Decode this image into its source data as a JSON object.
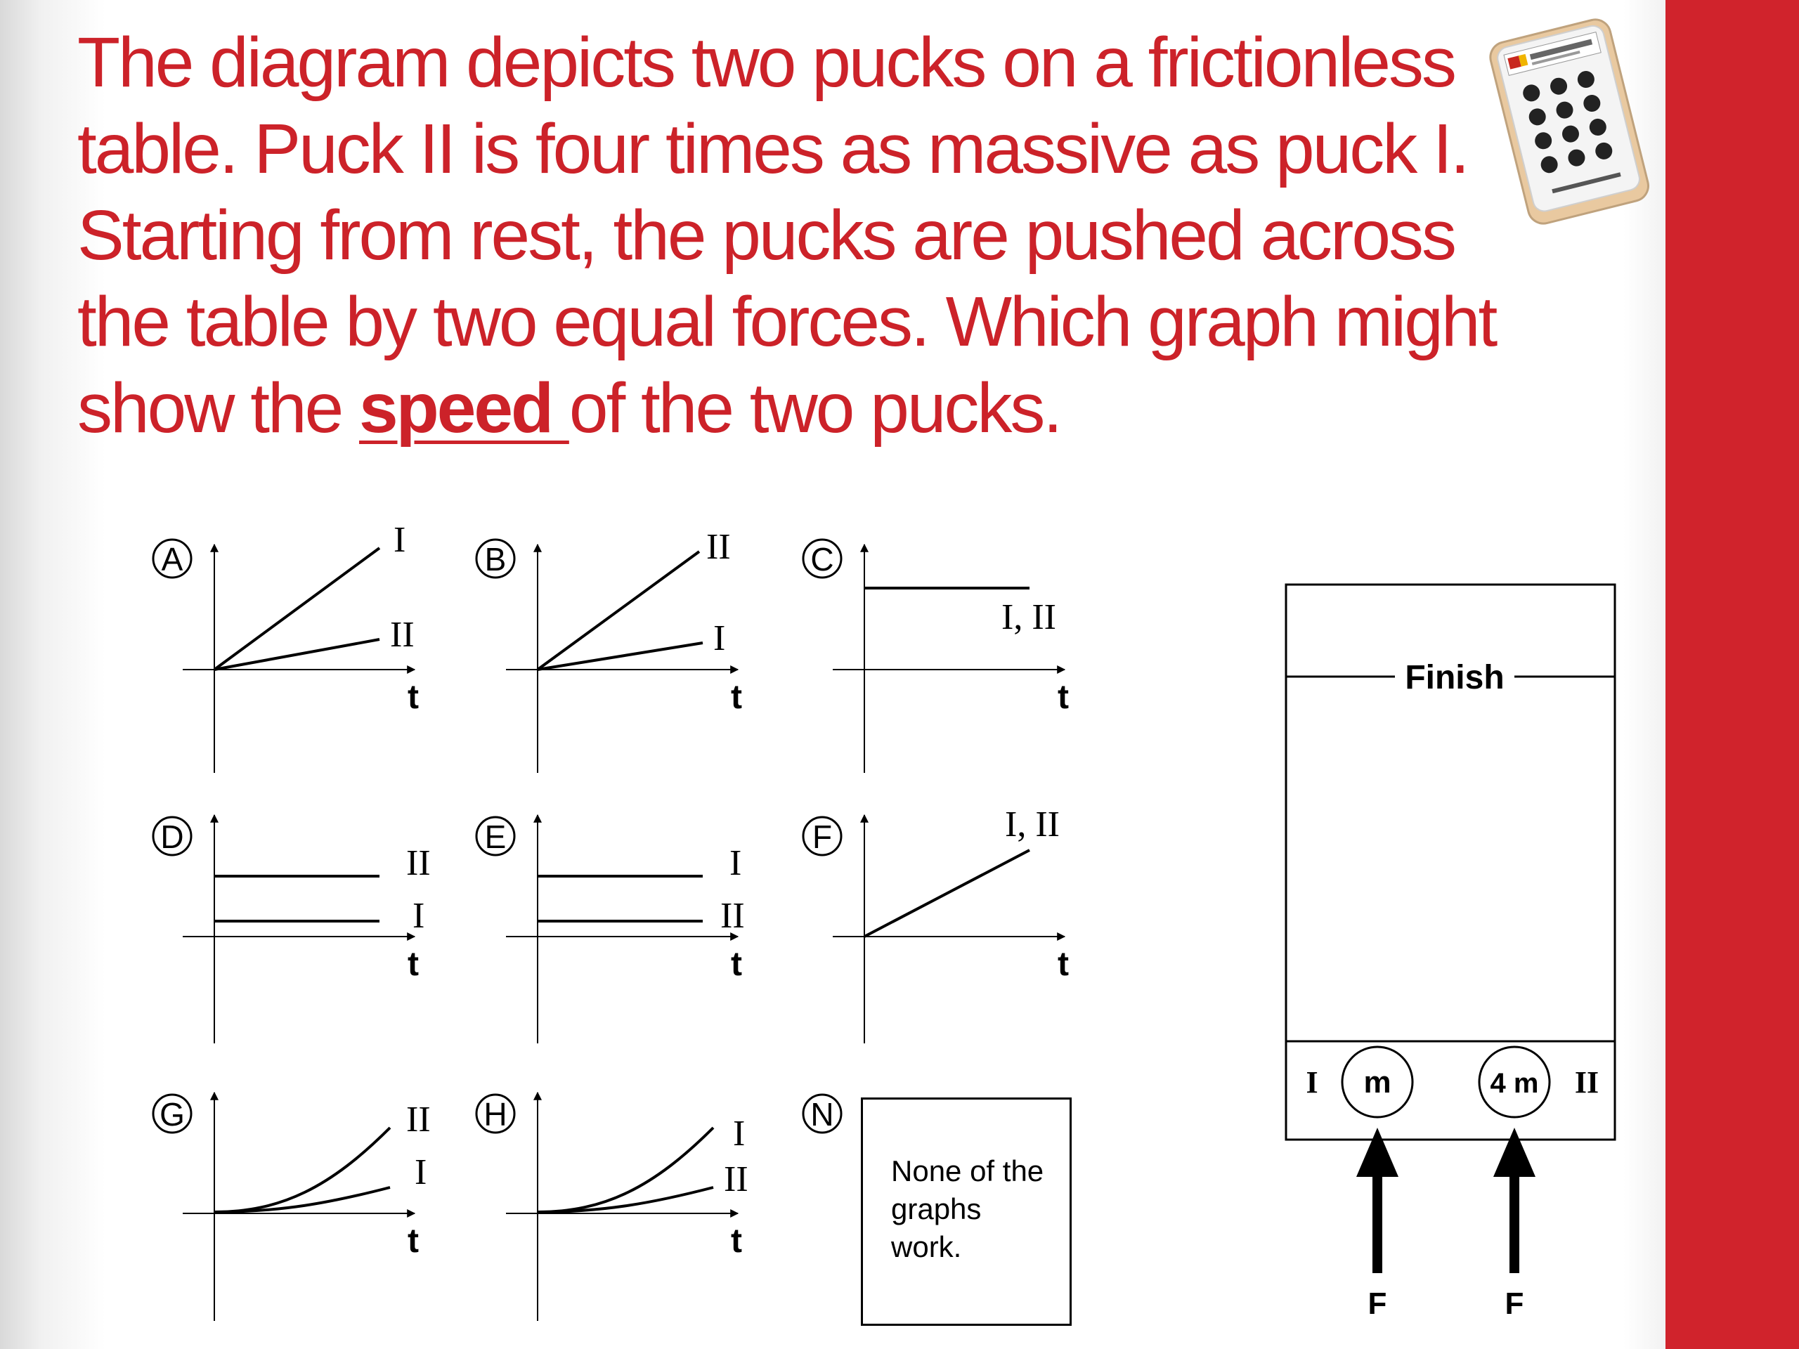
{
  "question": {
    "before": "The diagram depicts two pucks on a frictionless table. Puck II is four times as massive as puck I. Starting from rest, the pucks are pushed across the table by two equal forces. Which graph might show the ",
    "keyword": "speed ",
    "after": "of the two pucks."
  },
  "graphs": [
    {
      "letter": "A",
      "upper": "I",
      "lower": "II",
      "axis": "t"
    },
    {
      "letter": "B",
      "upper": "II",
      "lower": "I",
      "axis": "t"
    },
    {
      "letter": "C",
      "label": "I, II",
      "axis": "t"
    },
    {
      "letter": "D",
      "upper": "II",
      "lower": "I",
      "axis": "t"
    },
    {
      "letter": "E",
      "upper": "I",
      "lower": "II",
      "axis": "t"
    },
    {
      "letter": "F",
      "label": "I, II",
      "axis": "t"
    },
    {
      "letter": "G",
      "upper": "II",
      "lower": "I",
      "axis": "t"
    },
    {
      "letter": "H",
      "upper": "I",
      "lower": "II",
      "axis": "t"
    },
    {
      "letter": "N",
      "none_text": "None of the graphs work."
    }
  ],
  "puck_diagram": {
    "finish_label": "Finish",
    "puck1_label": "I",
    "puck1_mass": "m",
    "puck2_label": "II",
    "puck2_mass": "4 m",
    "force1": "F",
    "force2": "F"
  },
  "colors": {
    "accent_red": "#d0232c",
    "text_red": "#cc2229"
  },
  "clicker_icon": "turningpoint-clicker-icon"
}
